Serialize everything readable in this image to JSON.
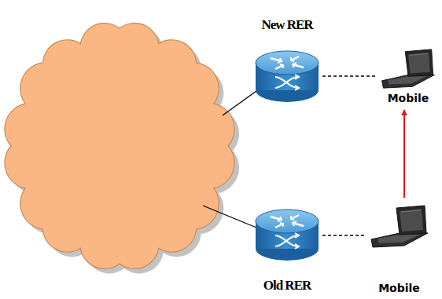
{
  "diagram": {
    "nodes": [
      {
        "text": [
          "New RER"
        ]
      },
      {
        "text": [
          "Mobile"
        ]
      },
      {
        "text": [
          "Old RER"
        ]
      },
      {
        "text": [
          "Mobile"
        ]
      }
    ],
    "edges": [
      {
        "from": 0,
        "to": 1,
        "arrow": "none"
      },
      {
        "from": 2,
        "to": 3,
        "arrow": "none"
      },
      {
        "from": 3,
        "to": 1,
        "arrow": "to"
      }
    ]
  }
}
